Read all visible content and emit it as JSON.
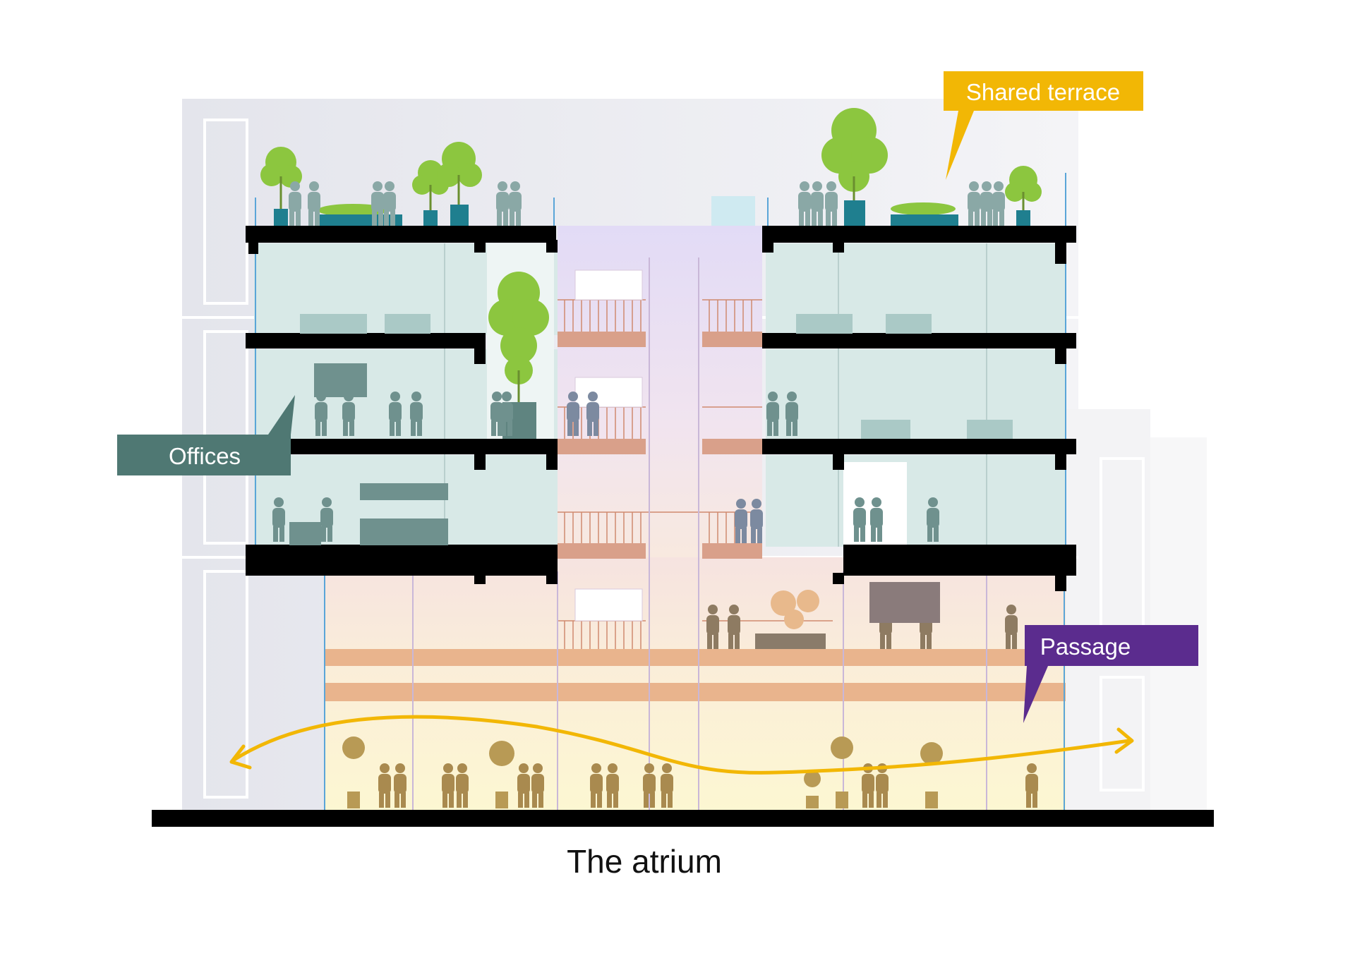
{
  "labels": {
    "terrace": "Shared terrace",
    "offices": "Offices",
    "passage": "Passage",
    "caption": "The atrium"
  },
  "colors": {
    "terrace_callout": "#f2b705",
    "offices_callout": "#4f7873",
    "passage_callout": "#5b2c8e",
    "slab": "#000000",
    "office_glass": "#d7e8e6",
    "atrium_tint": "#e6dff5",
    "ground_floor_tint": "#fbf4d9",
    "flow_arrow": "#f2b705",
    "plant": "#8cc63f",
    "planter": "#1f7f8f",
    "office_figure": "#7b9e9b",
    "ground_figure": "#a08040",
    "balcony_rail": "#d68e6e"
  },
  "icons": [
    "tree-icon",
    "person-icon",
    "planter-icon",
    "double-arrow-icon"
  ]
}
